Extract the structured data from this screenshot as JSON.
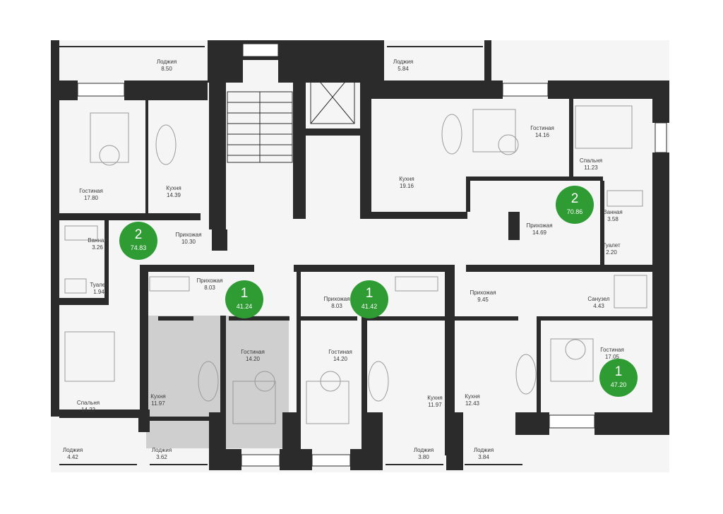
{
  "colors": {
    "wall": "#2b2b2b",
    "floor": "#f3f3f3",
    "selected": "#c9c9c9",
    "badge": "#2e9b33",
    "text": "#3a3a3a"
  },
  "rooms": [
    {
      "key": "r01",
      "name": "Лоджия",
      "area": "8.50"
    },
    {
      "key": "r02",
      "name": "Лоджия",
      "area": "5.84"
    },
    {
      "key": "r03",
      "name": "Гостиная",
      "area": "14.16"
    },
    {
      "key": "r04",
      "name": "Спальня",
      "area": "11.23"
    },
    {
      "key": "r05",
      "name": "Кухня",
      "area": "14.39"
    },
    {
      "key": "r06",
      "name": "Гостиная",
      "area": "17.80"
    },
    {
      "key": "r07",
      "name": "Кухня",
      "area": "19.16"
    },
    {
      "key": "r08",
      "name": "Ванная",
      "area": "3.58"
    },
    {
      "key": "r09",
      "name": "Прихожая",
      "area": "10.30"
    },
    {
      "key": "r10",
      "name": "Ванная",
      "area": "3.26"
    },
    {
      "key": "r11",
      "name": "Прихожая",
      "area": "14.69"
    },
    {
      "key": "r12",
      "name": "Туалет",
      "area": "2.20"
    },
    {
      "key": "r13",
      "name": "Туалет",
      "area": "1.94"
    },
    {
      "key": "r14",
      "name": "Прихожая",
      "area": "8.03"
    },
    {
      "key": "r15",
      "name": "Прихожая",
      "area": "8.03"
    },
    {
      "key": "r16",
      "name": "Прихожая",
      "area": "9.45"
    },
    {
      "key": "r17",
      "name": "Санузел",
      "area": "4.43"
    },
    {
      "key": "r18",
      "name": "Гостиная",
      "area": "14.20"
    },
    {
      "key": "r19",
      "name": "Гостиная",
      "area": "14.20"
    },
    {
      "key": "r20",
      "name": "Гостиная",
      "area": "17.05"
    },
    {
      "key": "r21",
      "name": "Кухня",
      "area": "11.97"
    },
    {
      "key": "r22",
      "name": "Кухня",
      "area": "11.97"
    },
    {
      "key": "r23",
      "name": "Кухня",
      "area": "12.43"
    },
    {
      "key": "r24",
      "name": "Спальня",
      "area": "14.22"
    },
    {
      "key": "r25",
      "name": "Лоджия",
      "area": "4.42"
    },
    {
      "key": "r26",
      "name": "Лоджия",
      "area": "3.62"
    },
    {
      "key": "r27",
      "name": "Лоджия",
      "area": "3.80"
    },
    {
      "key": "r28",
      "name": "Лоджия",
      "area": "3.84"
    }
  ],
  "apartments": [
    {
      "key": "a1",
      "rooms": "2",
      "area": "74.83"
    },
    {
      "key": "a2",
      "rooms": "2",
      "area": "70.86"
    },
    {
      "key": "a3",
      "rooms": "1",
      "area": "41.24"
    },
    {
      "key": "a4",
      "rooms": "1",
      "area": "41.42"
    },
    {
      "key": "a5",
      "rooms": "1",
      "area": "47.20"
    }
  ]
}
